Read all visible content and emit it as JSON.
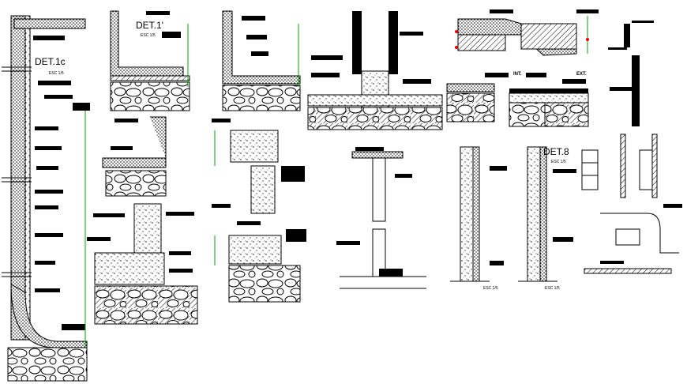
{
  "drawing": {
    "det_1c": {
      "title": "DET.1c",
      "scale": "ESC 1/5"
    },
    "det_1p": {
      "title": "DET.1'",
      "scale": "ESC 1/5"
    },
    "det_8": {
      "title": "DET.8",
      "scale": "ESC 1/5"
    },
    "floor_labels": {
      "interior": "INT.",
      "exterior": "EXT."
    },
    "wall_scales": [
      "ESC 1/5",
      "ESC 1/5"
    ]
  },
  "colors": {
    "lines": "#000000",
    "dimensions": "#00a000",
    "markers": "#e00000",
    "background": "#ffffff"
  }
}
